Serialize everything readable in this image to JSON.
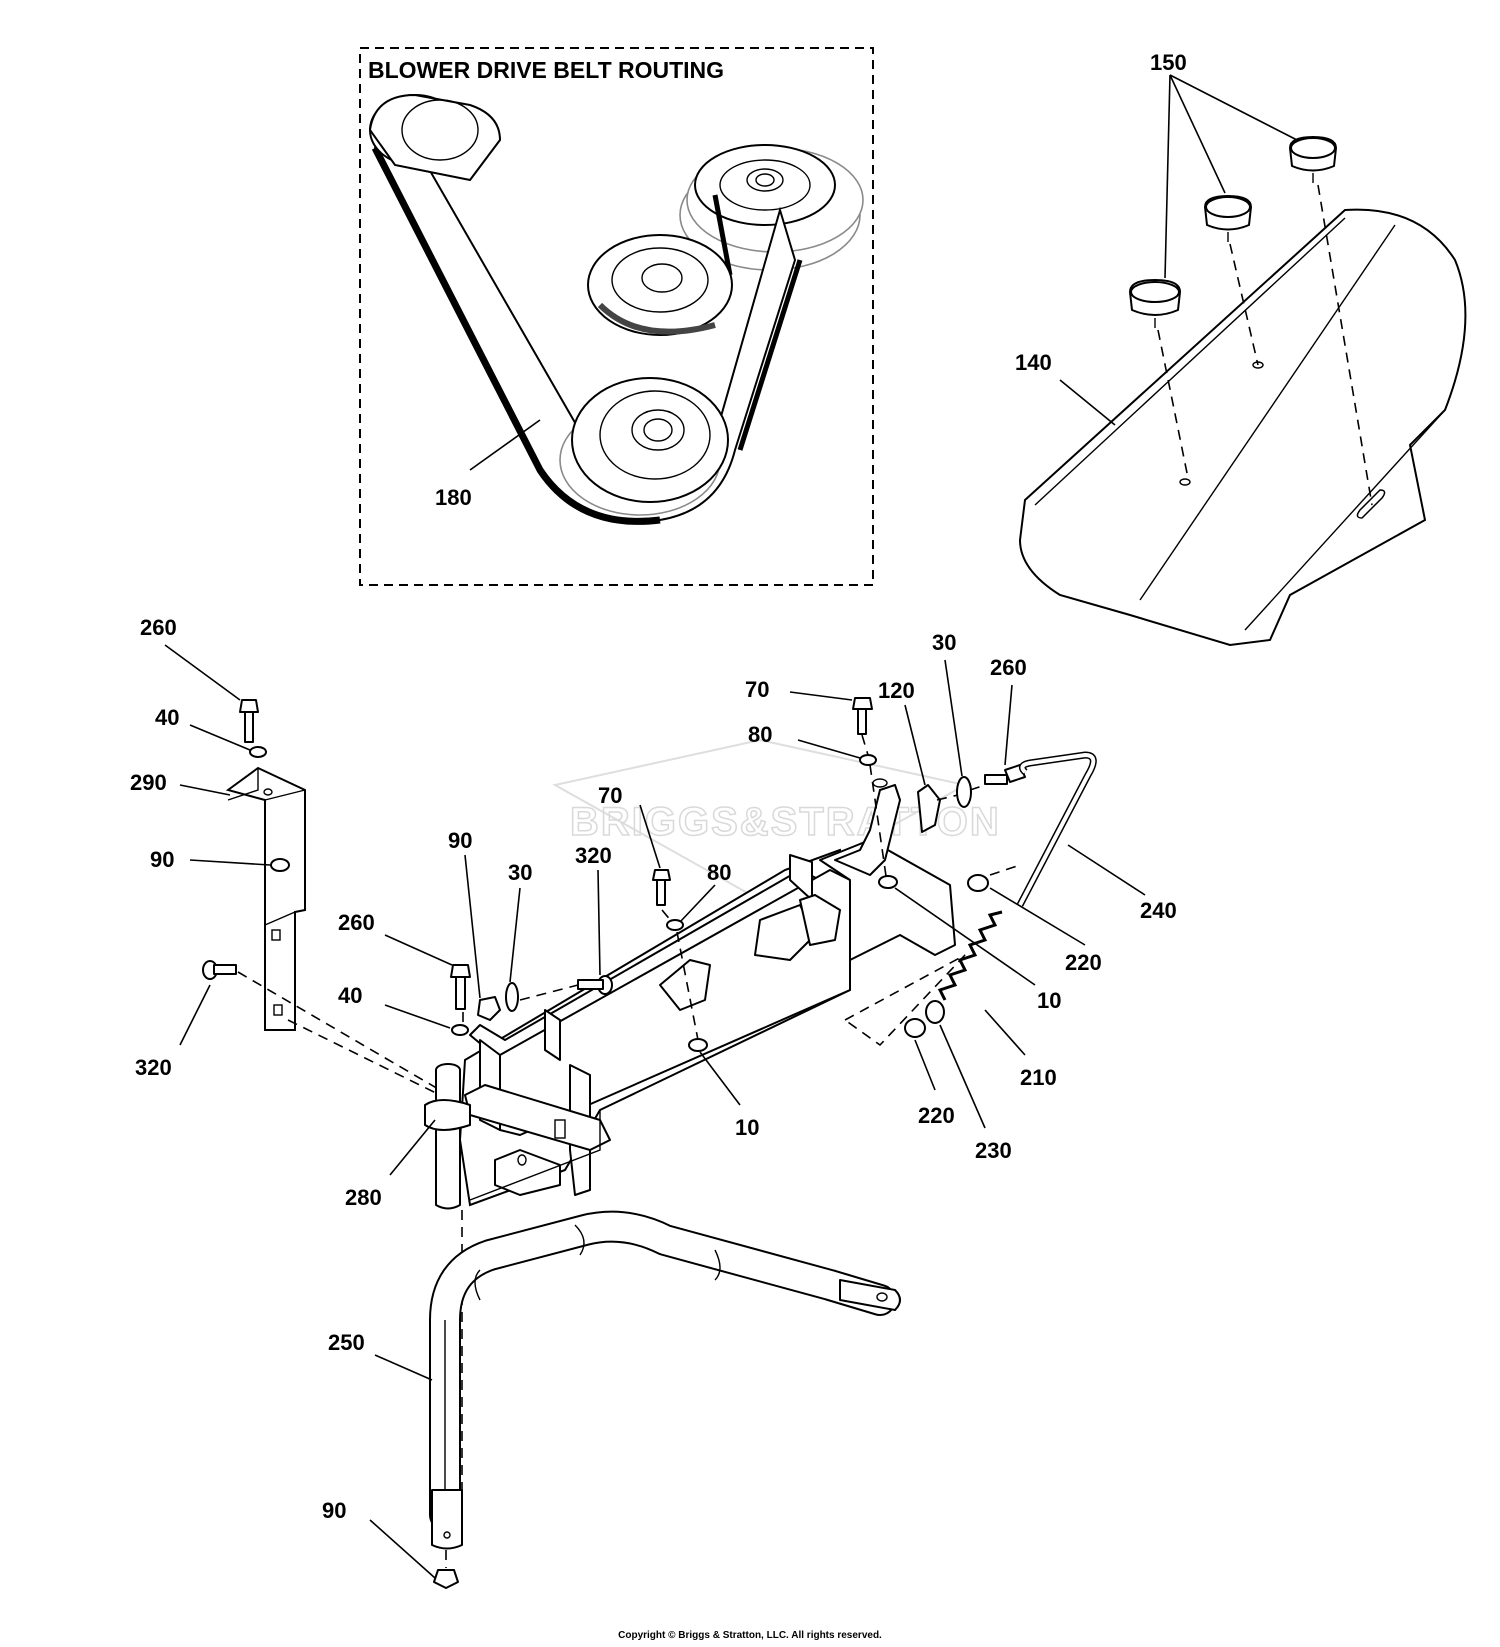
{
  "inset": {
    "title": "BLOWER DRIVE BELT ROUTING"
  },
  "watermark": "BRIGGS&STRATTON",
  "callouts": {
    "c150": "150",
    "c140": "140",
    "c180": "180",
    "c260a": "260",
    "c40a": "40",
    "c290": "290",
    "c90a": "90",
    "c320a": "320",
    "c260b": "260",
    "c40b": "40",
    "c90b": "90",
    "c30a": "30",
    "c320b": "320",
    "c70a": "70",
    "c80a": "80",
    "c10a": "10",
    "c70b": "70",
    "c80b": "80",
    "c120": "120",
    "c30b": "30",
    "c260c": "260",
    "c240": "240",
    "c220a": "220",
    "c10b": "10",
    "c210": "210",
    "c220b": "220",
    "c230": "230",
    "c280": "280",
    "c250": "250",
    "c90c": "90"
  },
  "footer": {
    "copyright": "Copyright © Briggs & Stratton, LLC. All rights reserved."
  }
}
